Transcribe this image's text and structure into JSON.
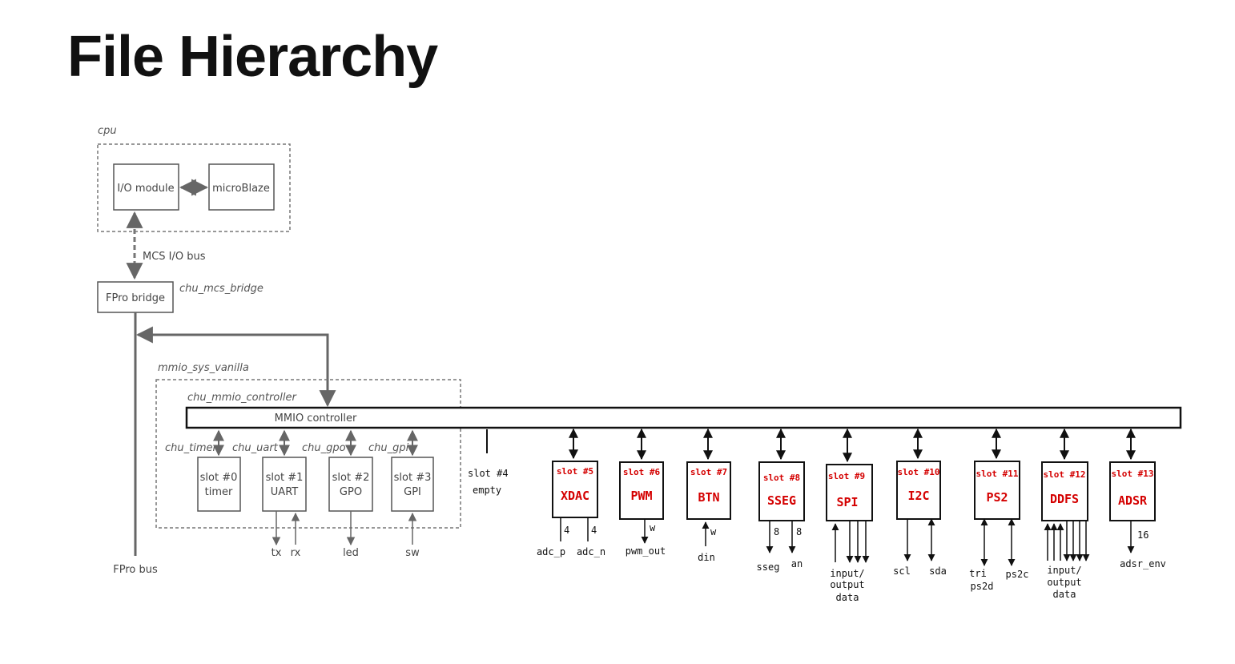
{
  "title": "File Hierarchy",
  "cpu": {
    "label": "cpu",
    "io_module": "I/O module",
    "microblaze": "microBlaze",
    "bus_label": "MCS I/O bus"
  },
  "bridge": {
    "label": "FPro bridge",
    "module": "chu_mcs_bridge",
    "bus": "FPro bus"
  },
  "mmio": {
    "system": "mmio_sys_vanilla",
    "controller_module": "chu_mmio_controller",
    "controller_label": "MMIO controller"
  },
  "core_slots": [
    {
      "module": "chu_timer",
      "line1": "slot #0",
      "line2": "timer",
      "signals": []
    },
    {
      "module": "chu_uart",
      "line1": "slot #1",
      "line2": "UART",
      "signals": [
        "tx",
        "rx"
      ]
    },
    {
      "module": "chu_gpo",
      "line1": "slot #2",
      "line2": "GPO",
      "signals": [
        "led"
      ]
    },
    {
      "module": "chu_gpi",
      "line1": "slot #3",
      "line2": "GPI",
      "signals": [
        "sw"
      ]
    }
  ],
  "empty_slot": {
    "line1": "slot #4",
    "line2": "empty"
  },
  "custom_slots": [
    {
      "slot": "slot #5",
      "name": "XDAC",
      "signals": [
        "adc_p",
        "adc_n"
      ],
      "widths": [
        "4",
        "4"
      ]
    },
    {
      "slot": "slot #6",
      "name": "PWM",
      "signals": [
        "pwm_out"
      ],
      "widths": [
        "w"
      ]
    },
    {
      "slot": "slot #7",
      "name": "BTN",
      "signals": [
        "din"
      ],
      "widths": [
        "w"
      ]
    },
    {
      "slot": "slot #8",
      "name": "SSEG",
      "signals": [
        "sseg",
        "an"
      ],
      "widths": [
        "8",
        "8"
      ]
    },
    {
      "slot": "slot #9",
      "name": "SPI",
      "signals": [
        "input/",
        "output",
        "data"
      ],
      "widths": []
    },
    {
      "slot": "slot #10",
      "name": "I2C",
      "signals": [
        "scl",
        "sda"
      ],
      "widths": []
    },
    {
      "slot": "slot #11",
      "name": "PS2",
      "signals": [
        "tri",
        "ps2d",
        "ps2c"
      ],
      "widths": []
    },
    {
      "slot": "slot #12",
      "name": "DDFS",
      "signals": [
        "input/",
        "output",
        "data"
      ],
      "widths": []
    },
    {
      "slot": "slot #13",
      "name": "ADSR",
      "signals": [
        "adsr_env"
      ],
      "widths": [
        "16"
      ]
    }
  ],
  "colors": {
    "annotation": "#d40000",
    "diagram": "#666666",
    "ink": "#111111"
  }
}
